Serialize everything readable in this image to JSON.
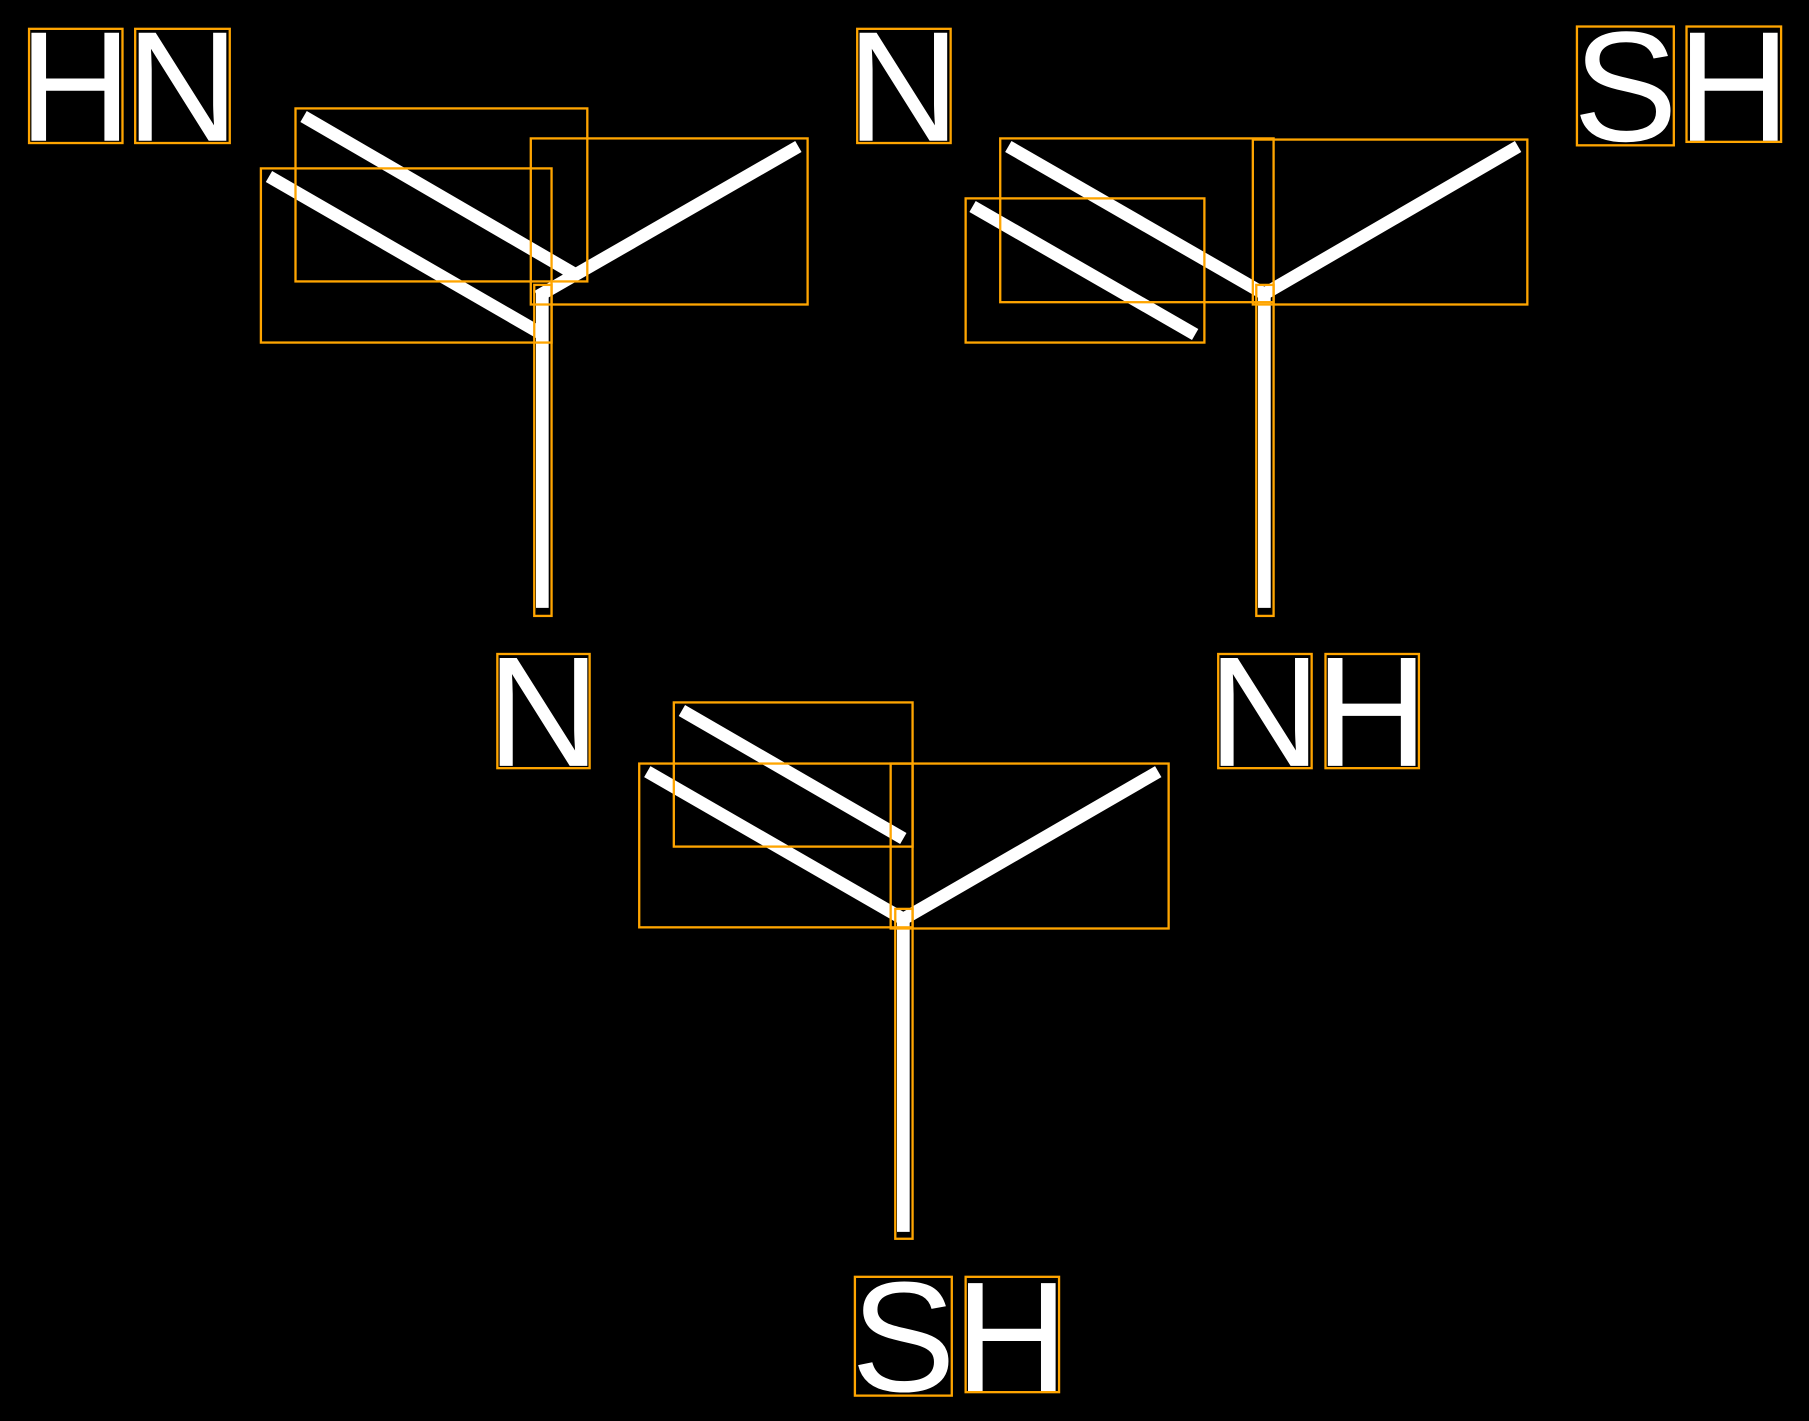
{
  "colors": {
    "background": "#000000",
    "bond": "#ffffff",
    "box": "#FFA500"
  },
  "labels": {
    "m1_h": "H",
    "m1_n": "N",
    "top_n": "N",
    "sh1_s": "S",
    "sh1_h": "H",
    "m3_n": "N",
    "nh_n": "N",
    "nh_h": "H",
    "sh2_s": "S",
    "sh2_h": "H"
  }
}
